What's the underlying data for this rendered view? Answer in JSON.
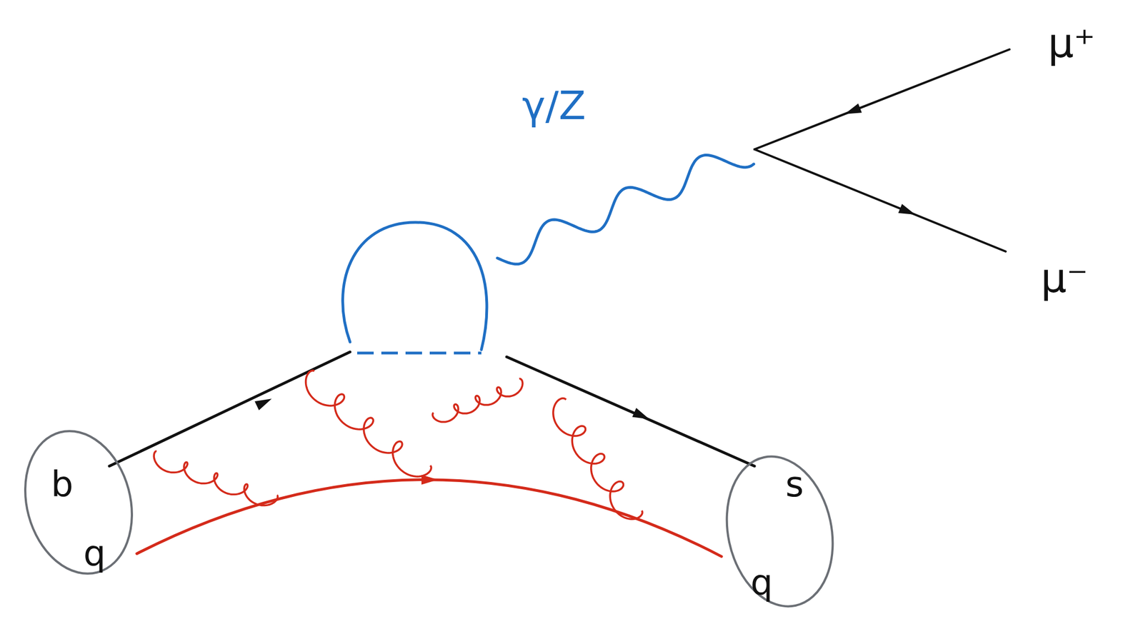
{
  "diagram": {
    "nodes": [
      {
        "text": [
          "b",
          "q"
        ]
      },
      {
        "text": [
          "s",
          "q"
        ]
      }
    ],
    "edges": [
      {
        "from": 0,
        "to": 1,
        "arrow": "to"
      }
    ],
    "labels": [
      "γ/Z",
      "μ⁺",
      "μ⁻"
    ]
  }
}
